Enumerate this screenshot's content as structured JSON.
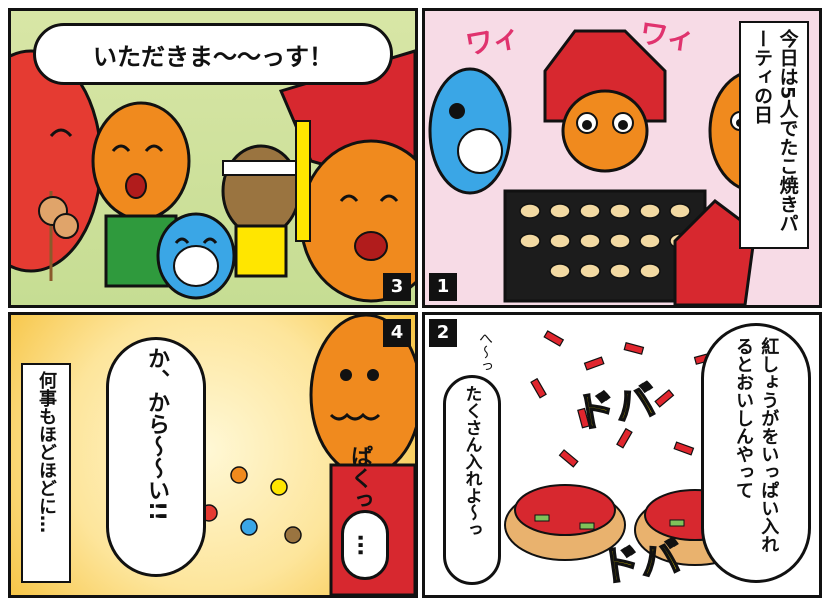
{
  "panels": {
    "p1": {
      "number": "1",
      "caption": "今日は5人でたこ焼きパーティの日",
      "sfx_left": "ワィ",
      "sfx_right": "ワィ"
    },
    "p2": {
      "number": "2",
      "speech_right": "紅しょうがをいっぱい入れるとおいしんやって",
      "speech_left": "たくさん入れよ〜っ",
      "small_sfx": "へ〜っ",
      "sfx_top": "ドバ",
      "sfx_bottom": "ドバ"
    },
    "p3": {
      "number": "3",
      "speech": "いただきま〜〜っす！"
    },
    "p4": {
      "number": "4",
      "caption": "何事もほどほどに…",
      "shout": "か、から〜〜い!!",
      "sfx_paku": "ぱくっ",
      "ellipsis": "…"
    }
  },
  "colors": {
    "border": "#111111",
    "octo_orange": "#f08a1e",
    "helmet_red": "#d7282f",
    "fish_blue": "#3aa6e6",
    "yellow": "#ffe600",
    "green_bg": "#c6dd93",
    "pink_bg": "#f7dbe6"
  }
}
